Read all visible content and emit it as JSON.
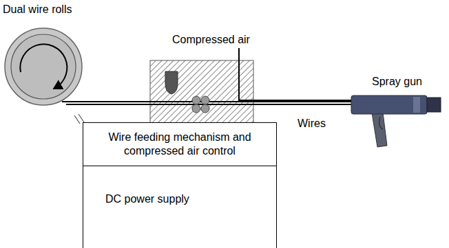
{
  "diagram": {
    "nodes": [
      {
        "text": [
          "Wire feeding mechanism and compressed air control"
        ]
      },
      {
        "text": [
          "DC power supply"
        ]
      }
    ],
    "labels": [
      "Dual wire rolls",
      "Compressed air",
      "Spray gun",
      "Wires"
    ]
  }
}
